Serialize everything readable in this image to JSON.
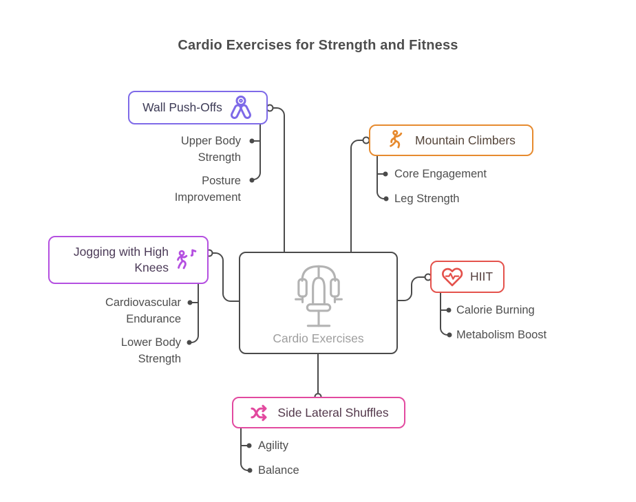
{
  "title": "Cardio Exercises for Strength and Fitness",
  "center": {
    "label": "Cardio Exercises",
    "icon": "exercise-machine-icon"
  },
  "branches": [
    {
      "id": "wall-push-offs",
      "label": "Wall Push-Offs",
      "icon": "hand-gripper-icon",
      "color": "#7e6ae8",
      "text_color": "#3c3a55",
      "children": [
        "Upper Body Strength",
        "Posture Improvement"
      ]
    },
    {
      "id": "mountain-climbers",
      "label": "Mountain Climbers",
      "icon": "climbing-person-icon",
      "color": "#e68a2e",
      "text_color": "#55453a",
      "children": [
        "Core Engagement",
        "Leg Strength"
      ]
    },
    {
      "id": "jogging-with-high-knees",
      "label": "Jogging with High Knees",
      "icon": "jogging-person-icon",
      "color": "#b44fe0",
      "text_color": "#4b3a57",
      "children": [
        "Cardiovascular Endurance",
        "Lower Body Strength"
      ]
    },
    {
      "id": "hiit",
      "label": "HIIT",
      "icon": "heart-pulse-icon",
      "color": "#e4514b",
      "text_color": "#55403f",
      "children": [
        "Calorie Burning",
        "Metabolism Boost"
      ]
    },
    {
      "id": "side-lateral-shuffles",
      "label": "Side Lateral Shuffles",
      "icon": "shuffle-arrows-icon",
      "color": "#e2499f",
      "text_color": "#52374a",
      "children": [
        "Agility",
        "Balance"
      ]
    }
  ],
  "colors": {
    "line": "#4a4a4a",
    "title_text": "#4d4d4d",
    "sub_text": "#4d4d4d",
    "center_border": "#4a4a4a",
    "center_icon": "#b3b3b3",
    "center_text": "#9e9e9e",
    "background": "#ffffff"
  }
}
